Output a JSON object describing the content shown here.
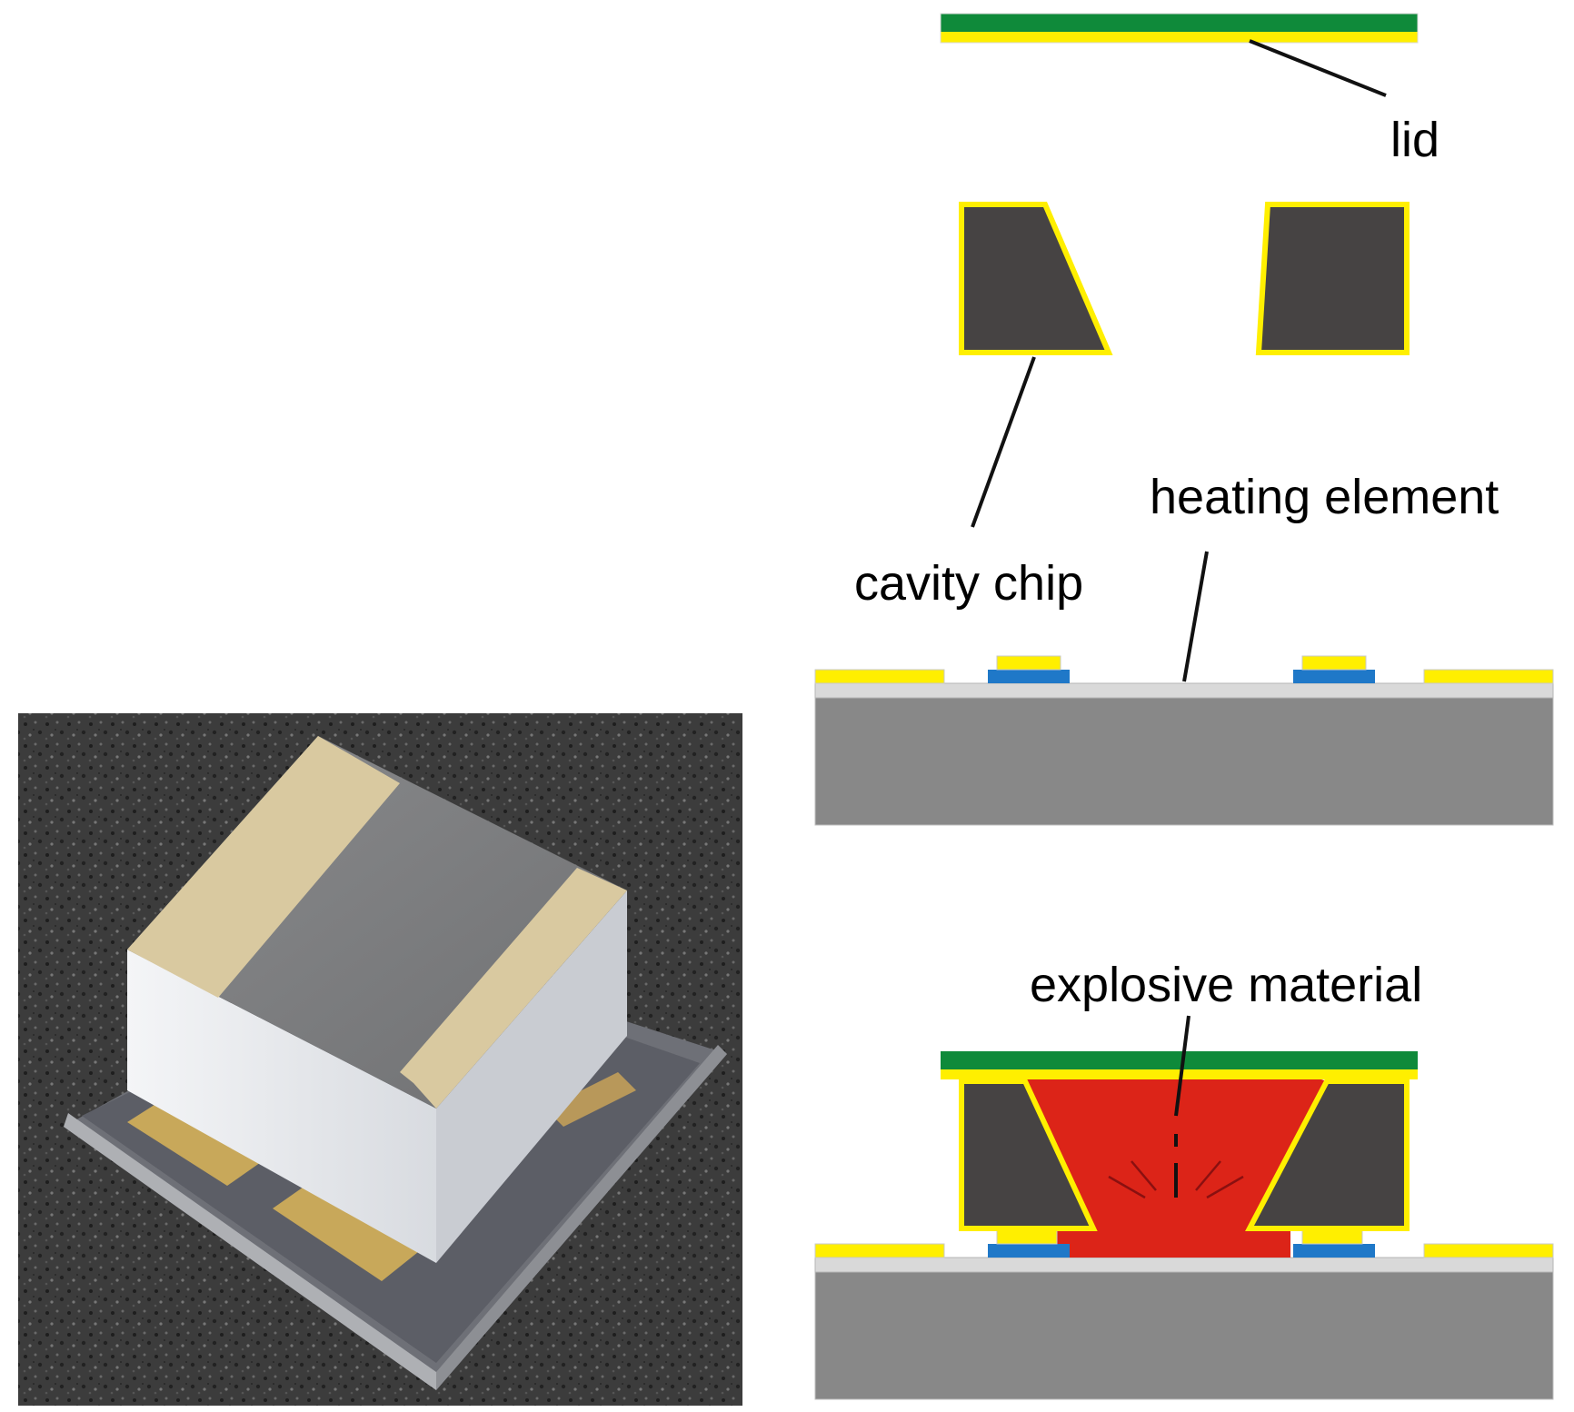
{
  "labels": {
    "lid": "lid",
    "cavity_chip": "cavity chip",
    "heating_element": "heating element",
    "explosive_material": "explosive material"
  },
  "colors": {
    "lid_green": "#0f8a3a",
    "gold_yellow": "#ffef00",
    "chip_dark": "#464343",
    "substrate_gray": "#888888",
    "oxide_light": "#d9d9d9",
    "contact_blue": "#1f78c8",
    "explosive_red": "#dc2418"
  },
  "photo": {
    "description_icon": "packaged-microthruster-photo"
  }
}
